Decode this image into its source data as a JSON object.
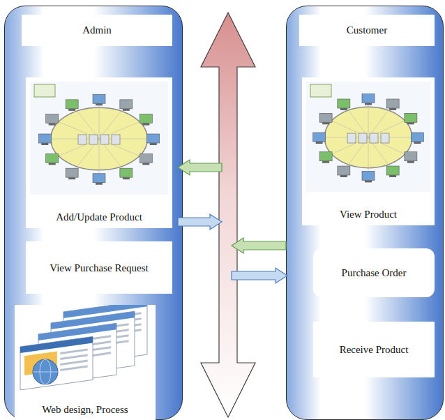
{
  "diagram": {
    "nodes": [
      {
        "text": [
          "Admin"
        ]
      },
      {
        "text": [
          "Add/Update Product"
        ],
        "in": 0
      },
      {
        "text": [
          "View Purchase Request"
        ],
        "in": 0
      },
      {
        "text": [
          "Web design, Process"
        ],
        "in": 0
      },
      {
        "text": [
          "Customer"
        ]
      },
      {
        "text": [
          "View Product"
        ],
        "in": 4
      },
      {
        "text": [
          "Purchase Order"
        ],
        "in": 4
      },
      {
        "text": [
          "Receive Product"
        ],
        "in": 4
      }
    ]
  }
}
